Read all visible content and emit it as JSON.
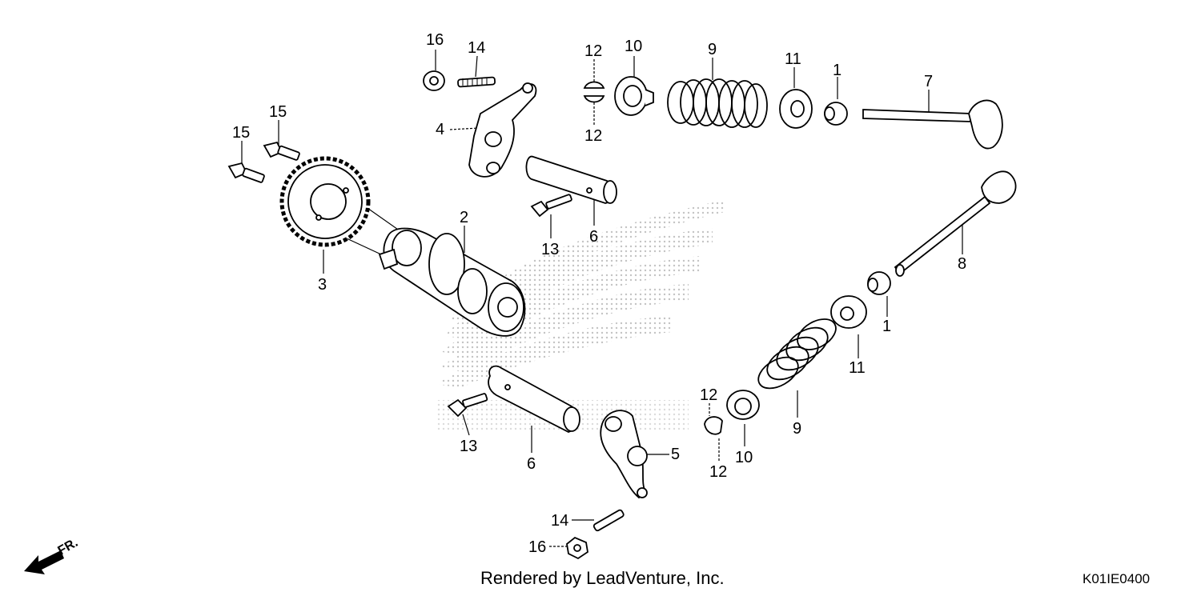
{
  "callouts": [
    {
      "id": "c16a",
      "text": "16"
    },
    {
      "id": "c14a",
      "text": "14"
    },
    {
      "id": "c12a",
      "text": "12"
    },
    {
      "id": "c10a",
      "text": "10"
    },
    {
      "id": "c9a",
      "text": "9"
    },
    {
      "id": "c11a",
      "text": "11"
    },
    {
      "id": "c1a",
      "text": "1"
    },
    {
      "id": "c7",
      "text": "7"
    },
    {
      "id": "c4",
      "text": "4"
    },
    {
      "id": "c12b",
      "text": "12"
    },
    {
      "id": "c15a",
      "text": "15"
    },
    {
      "id": "c15b",
      "text": "15"
    },
    {
      "id": "c2",
      "text": "2"
    },
    {
      "id": "c3",
      "text": "3"
    },
    {
      "id": "c13a",
      "text": "13"
    },
    {
      "id": "c6a",
      "text": "6"
    },
    {
      "id": "c8",
      "text": "8"
    },
    {
      "id": "c1b",
      "text": "1"
    },
    {
      "id": "c11b",
      "text": "11"
    },
    {
      "id": "c9b",
      "text": "9"
    },
    {
      "id": "c12c",
      "text": "12"
    },
    {
      "id": "c10b",
      "text": "10"
    },
    {
      "id": "c12d",
      "text": "12"
    },
    {
      "id": "c5",
      "text": "5"
    },
    {
      "id": "c13b",
      "text": "13"
    },
    {
      "id": "c6b",
      "text": "6"
    },
    {
      "id": "c14b",
      "text": "14"
    },
    {
      "id": "c16b",
      "text": "16"
    }
  ],
  "direction_label": "FR.",
  "footer_text": "Rendered by LeadVenture, Inc.",
  "diagram_code": "K01IE0400"
}
